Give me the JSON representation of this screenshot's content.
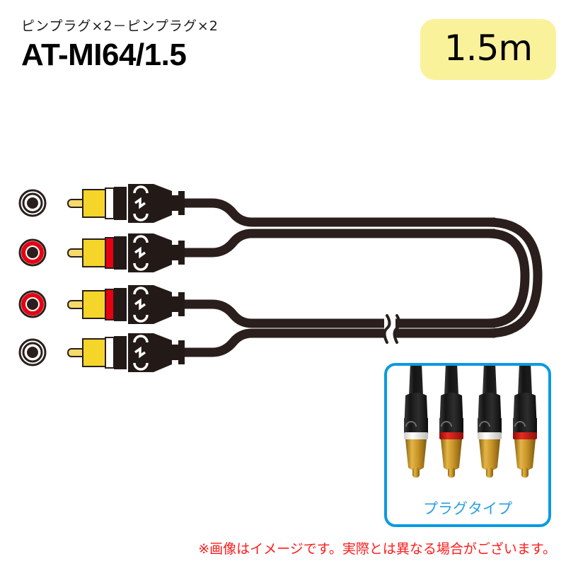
{
  "header": {
    "subtitle": "ピンプラグ×2－ピンプラグ×2",
    "model": "AT-MI64/1.5"
  },
  "length_badge": {
    "label": "1.5m",
    "background_color": "#faf19b",
    "text_color": "#000000"
  },
  "diagram": {
    "cable_color": "#2a1f1c",
    "plug_body_color": "#f5d52a",
    "plug_pin_color": "#f5d96a",
    "barrel_color": "#231a17",
    "connectors": [
      {
        "channel_band": "white",
        "band_color": "#ffffff",
        "jack_ring_color": "#2a1f1c",
        "position": "top"
      },
      {
        "channel_band": "red",
        "band_color": "#e60012",
        "jack_ring_color": "#e60012",
        "position": "upper-middle"
      },
      {
        "channel_band": "red",
        "band_color": "#e60012",
        "jack_ring_color": "#e60012",
        "position": "lower-middle"
      },
      {
        "channel_band": "white",
        "band_color": "#ffffff",
        "jack_ring_color": "#2a1f1c",
        "position": "bottom"
      }
    ],
    "break_mark": "cable-length-break"
  },
  "inset": {
    "caption": "プラグタイプ",
    "border_color": "#0b9ae0",
    "caption_color": "#29a0e0",
    "plugs": [
      {
        "collar": "white",
        "collar_color": "#f2f2f0"
      },
      {
        "collar": "red",
        "collar_color": "#d9201c"
      },
      {
        "collar": "white",
        "collar_color": "#f2f2f0"
      },
      {
        "collar": "red",
        "collar_color": "#d9201c"
      }
    ]
  },
  "disclaimer": {
    "text": "※画像はイメージです。実際とは異なる場合がございます。",
    "color": "#ff1a1a"
  }
}
